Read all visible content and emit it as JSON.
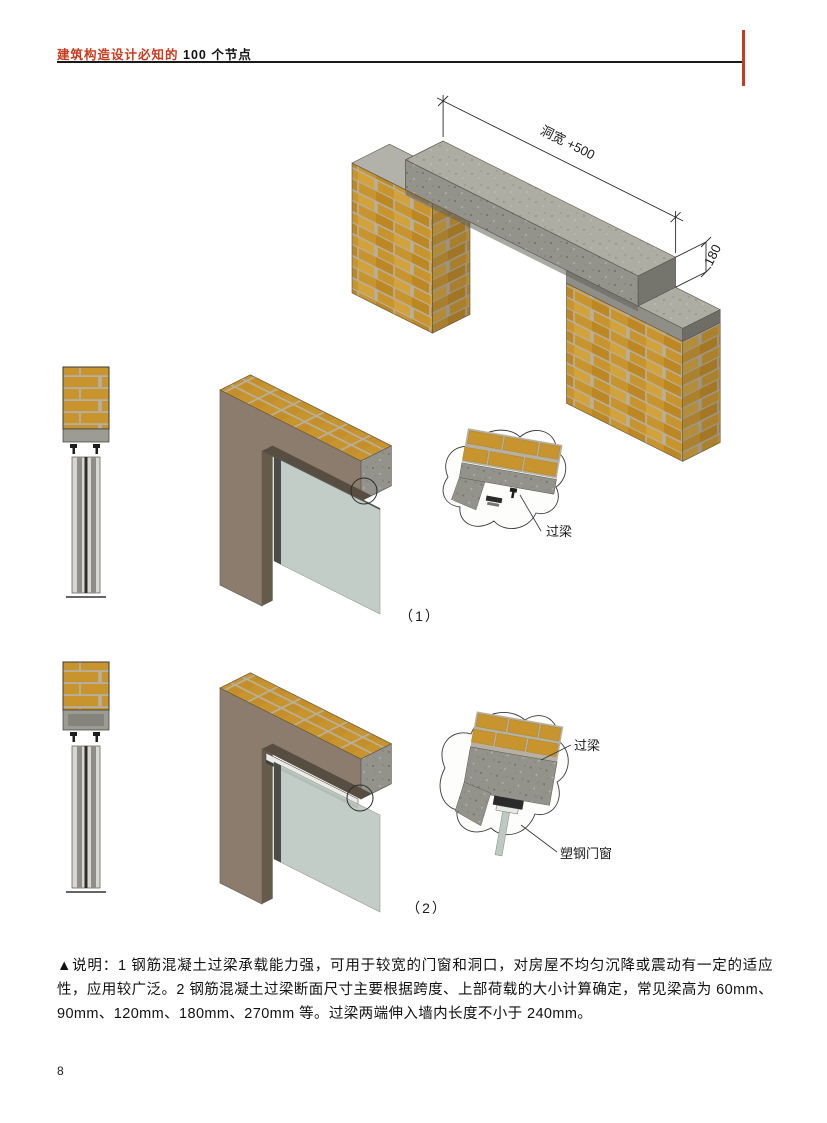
{
  "header": {
    "series_prefix": "建筑构造设计必知的",
    "series_number": "100",
    "series_suffix": " 个节点"
  },
  "top_figure": {
    "dim_width_label": "洞宽 +500",
    "dim_height_label": "180"
  },
  "figure1": {
    "caption": "（1）",
    "callout_lintel": "过梁"
  },
  "figure2": {
    "caption": "（2）",
    "callout_lintel": "过梁",
    "callout_window": "塑钢门窗"
  },
  "notes": {
    "text": "▲说明：1 钢筋混凝土过梁承载能力强，可用于较宽的门窗和洞口，对房屋不均匀沉降或震动有一定的适应性，应用较广泛。2 钢筋混凝土过梁断面尺寸主要根据跨度、上部荷载的大小计算确定，常见梁高为 60mm、90mm、120mm、180mm、270mm 等。过梁两端伸入墙内长度不小于 240mm。"
  },
  "page_number": "8",
  "colors": {
    "accent_red": "#cc3a1c",
    "brick": "#c8942e",
    "mortar": "#b6b0a3",
    "concrete_mid": "#93938c",
    "concrete_light": "#adada4",
    "wall_brown": "#8b7c6d",
    "glass": "#bdc9c2"
  }
}
